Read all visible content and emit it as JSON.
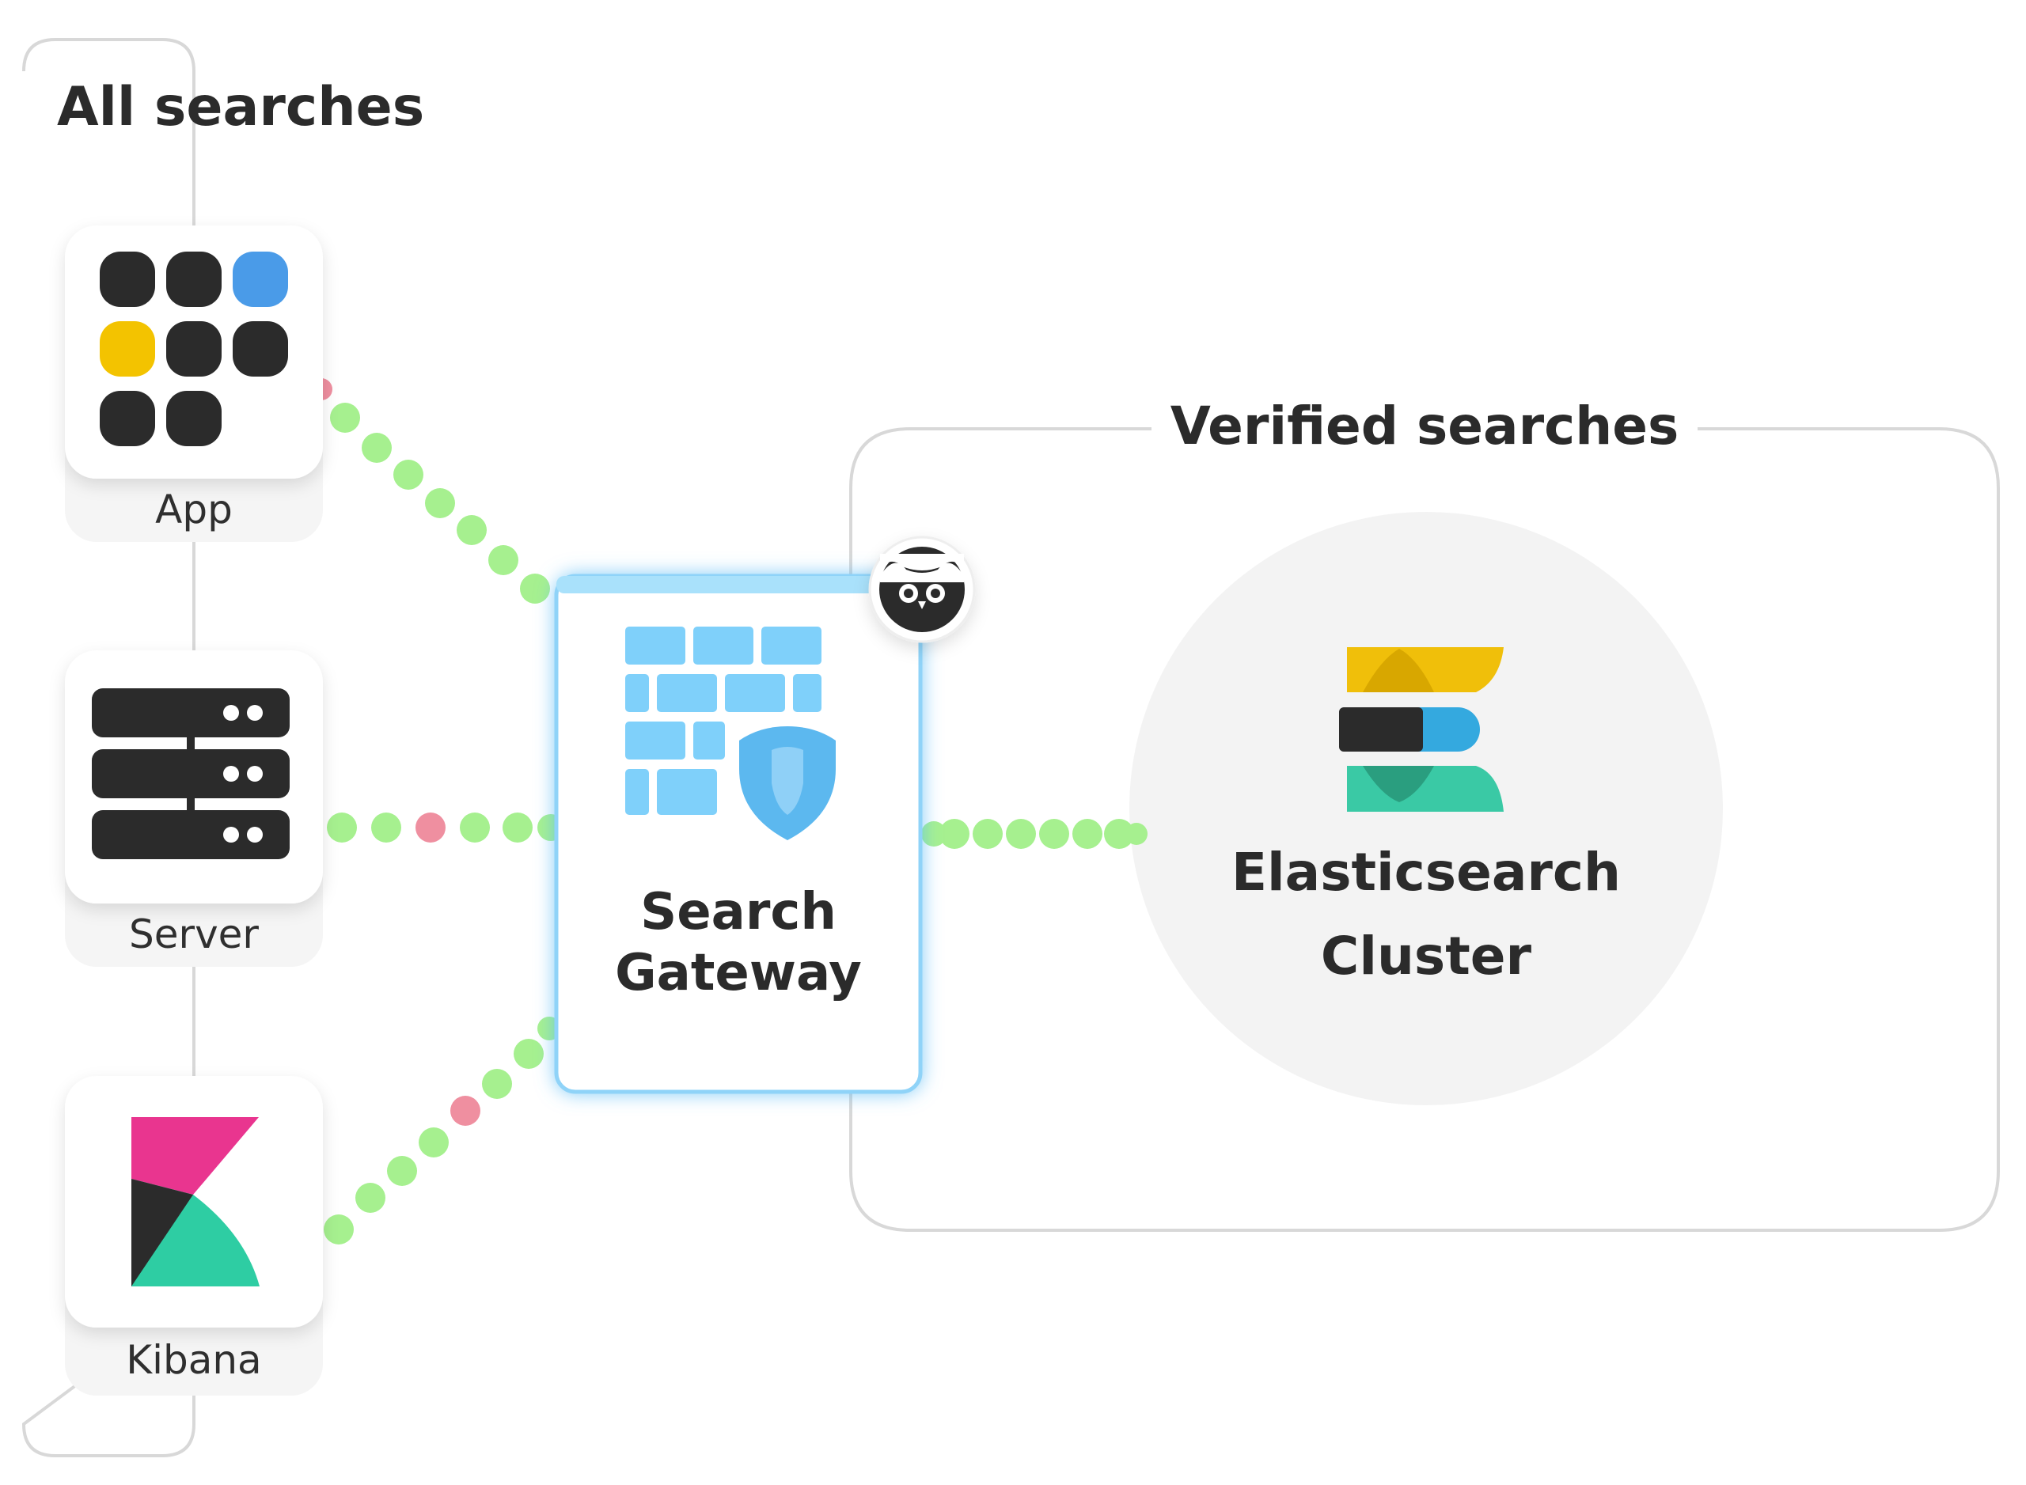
{
  "groups": {
    "all_searches": "All searches",
    "verified_searches": "Verified searches"
  },
  "clients": [
    {
      "label": "App",
      "icon": "app-grid-icon"
    },
    {
      "label": "Server",
      "icon": "server-rack-icon"
    },
    {
      "label": "Kibana",
      "icon": "kibana-logo-icon"
    }
  ],
  "gateway": {
    "line1": "Search",
    "line2": "Gateway",
    "icons": [
      "firewall-wall-icon",
      "shield-icon",
      "owl-badge-icon"
    ]
  },
  "cluster": {
    "line1": "Elasticsearch",
    "line2": "Cluster",
    "icon": "elasticsearch-logo-icon"
  },
  "colors": {
    "ok_dot": "#a6f08f",
    "blocked_dot": "#ef8fa0",
    "gateway_glow": "#6cc4f5",
    "firewall_blue": "#7fd0fa",
    "kibana_pink": "#e9358f",
    "kibana_teal": "#2ecda3",
    "es_yellow": "#f0bf0a",
    "es_blue": "#34a9df",
    "es_teal": "#3ac9a5"
  }
}
